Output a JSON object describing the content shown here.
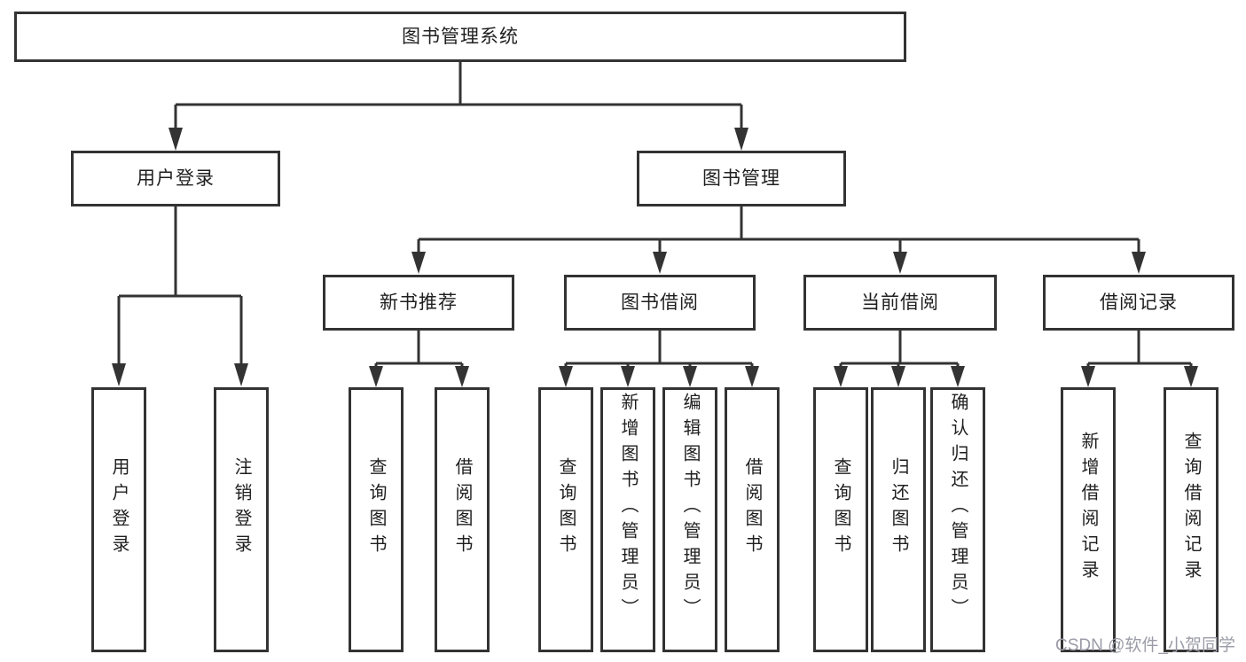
{
  "diagram_title": "图书管理系统",
  "tree": {
    "label": "图书管理系统",
    "children": [
      {
        "label": "用户登录",
        "children": [
          {
            "label": "用户登录"
          },
          {
            "label": "注销登录"
          }
        ]
      },
      {
        "label": "图书管理",
        "children": [
          {
            "label": "新书推荐",
            "children": [
              {
                "label": "查询图书"
              },
              {
                "label": "借阅图书"
              }
            ]
          },
          {
            "label": "图书借阅",
            "children": [
              {
                "label": "查询图书"
              },
              {
                "label": "新增图书（管理员）"
              },
              {
                "label": "编辑图书（管理员）"
              },
              {
                "label": "借阅图书"
              }
            ]
          },
          {
            "label": "当前借阅",
            "children": [
              {
                "label": "查询图书"
              },
              {
                "label": "归还图书"
              },
              {
                "label": "确认归还（管理员）"
              }
            ]
          },
          {
            "label": "借阅记录",
            "children": [
              {
                "label": "新增借阅记录"
              },
              {
                "label": "查询借阅记录"
              }
            ]
          }
        ]
      }
    ]
  },
  "watermark": {
    "text": "CSDN @软件_小贺同学"
  },
  "colors": {
    "line": "#333333",
    "text": "#1f1f1f",
    "background": "#ffffff",
    "watermark": "#9b9ca7"
  }
}
